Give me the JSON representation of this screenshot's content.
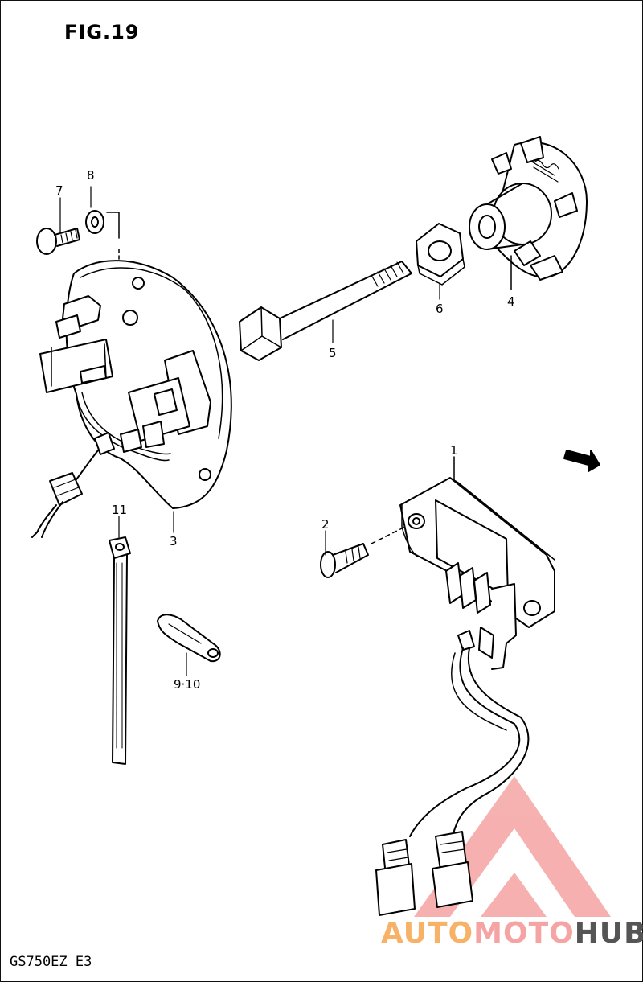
{
  "figure": {
    "title": "FIG.19",
    "model": "GS750EZ E3"
  },
  "callouts": [
    "1",
    "2",
    "3",
    "4",
    "5",
    "6",
    "7",
    "8",
    "9·10",
    "11"
  ],
  "watermark": {
    "part1": "AUTO",
    "part2": "MOTO",
    "part3": "HUB",
    "color_primary": "#f5a3a3",
    "color_secondary": "#f7b267",
    "color_dark": "#555555"
  },
  "colors": {
    "ink": "#000000",
    "paper": "#ffffff"
  }
}
